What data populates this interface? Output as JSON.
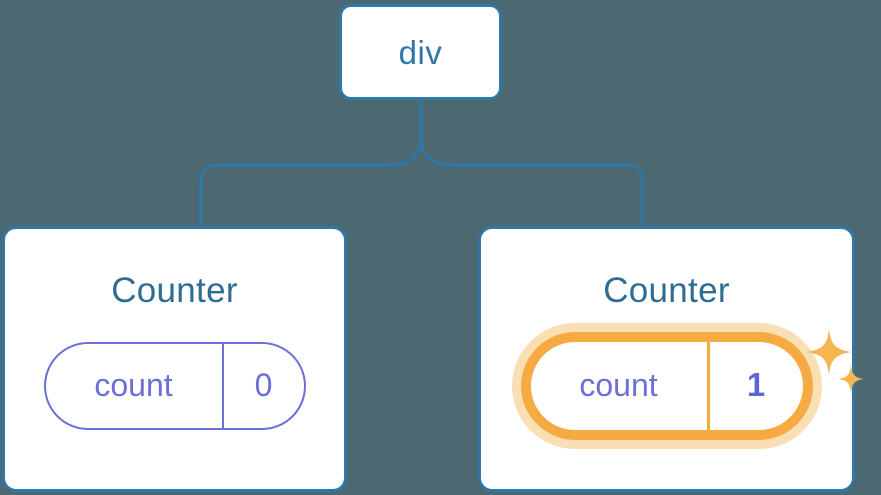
{
  "diagram": {
    "type": "component-tree",
    "background_color": "#4c6870",
    "node_border_color": "#2e77a6",
    "connector_color": "#2e77a6",
    "state_color": "#6b6fd8",
    "highlight_color": "#f5aa42",
    "highlight_glow_color": "#fbdfb4",
    "root": {
      "label": "div",
      "name": "root-node-div"
    },
    "children": [
      {
        "title": "Counter",
        "state": {
          "key": "count",
          "value": "0"
        },
        "highlighted": false
      },
      {
        "title": "Counter",
        "state": {
          "key": "count",
          "value": "1"
        },
        "highlighted": true,
        "sparkle_icons": [
          "sparkle-large",
          "sparkle-small"
        ]
      }
    ]
  }
}
